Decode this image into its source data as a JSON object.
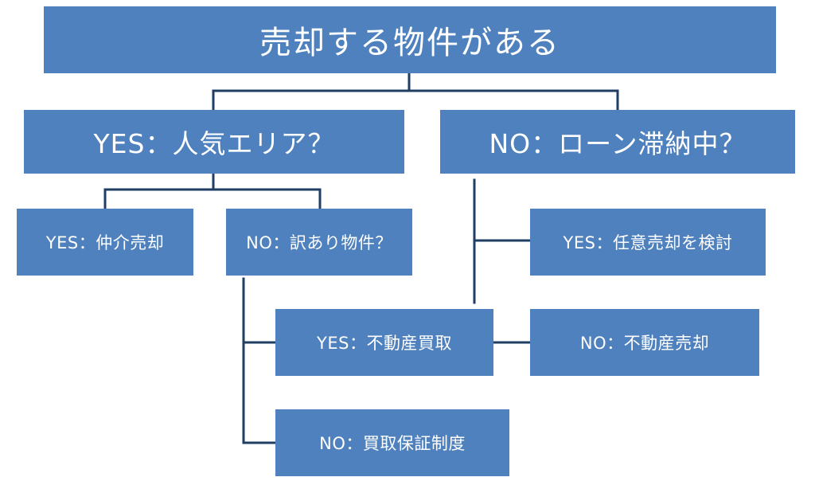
{
  "flowchart": {
    "root": "売却する物件がある",
    "yes_popular_area": "YES：人気エリア？",
    "no_loan_arrears": "NO：ローン滞納中？",
    "yes_brokerage_sale": "YES：仲介売却",
    "no_defective_property": "NO：訳あり物件？",
    "yes_voluntary_sale": "YES：任意売却を検討",
    "yes_real_estate_purchase": "YES：不動産買取",
    "no_real_estate_sale": "NO：不動産売却",
    "no_purchase_guarantee": "NO：買取保証制度"
  },
  "colors": {
    "box_fill": "#4e81bd",
    "connector": "#1f3e63",
    "text": "#ffffff"
  }
}
